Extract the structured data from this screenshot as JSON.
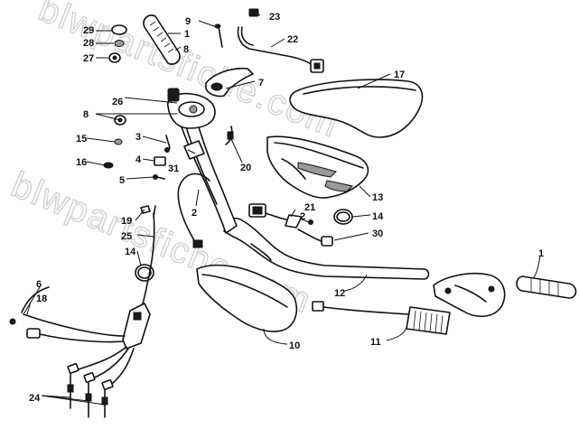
{
  "watermark": "blwpartsfiche.com",
  "callouts": {
    "c1_top": "1",
    "c1_right": "1",
    "c2_cable": "2",
    "c2_switch": "2",
    "c3": "3",
    "c4": "4",
    "c5": "5",
    "c6": "6",
    "c7": "7",
    "c8_top": "8",
    "c8_left": "8",
    "c9": "9",
    "c10": "10",
    "c11": "11",
    "c12": "12",
    "c13": "13",
    "c14_ring": "14",
    "c14_left": "14",
    "c15": "15",
    "c16": "16",
    "c17": "17",
    "c18": "18",
    "c19": "19",
    "c20": "20",
    "c21": "21",
    "c22": "22",
    "c23": "23",
    "c24": "24",
    "c25": "25",
    "c26": "26",
    "c27": "27",
    "c28": "28",
    "c29": "29",
    "c30": "30",
    "c31": "31"
  }
}
